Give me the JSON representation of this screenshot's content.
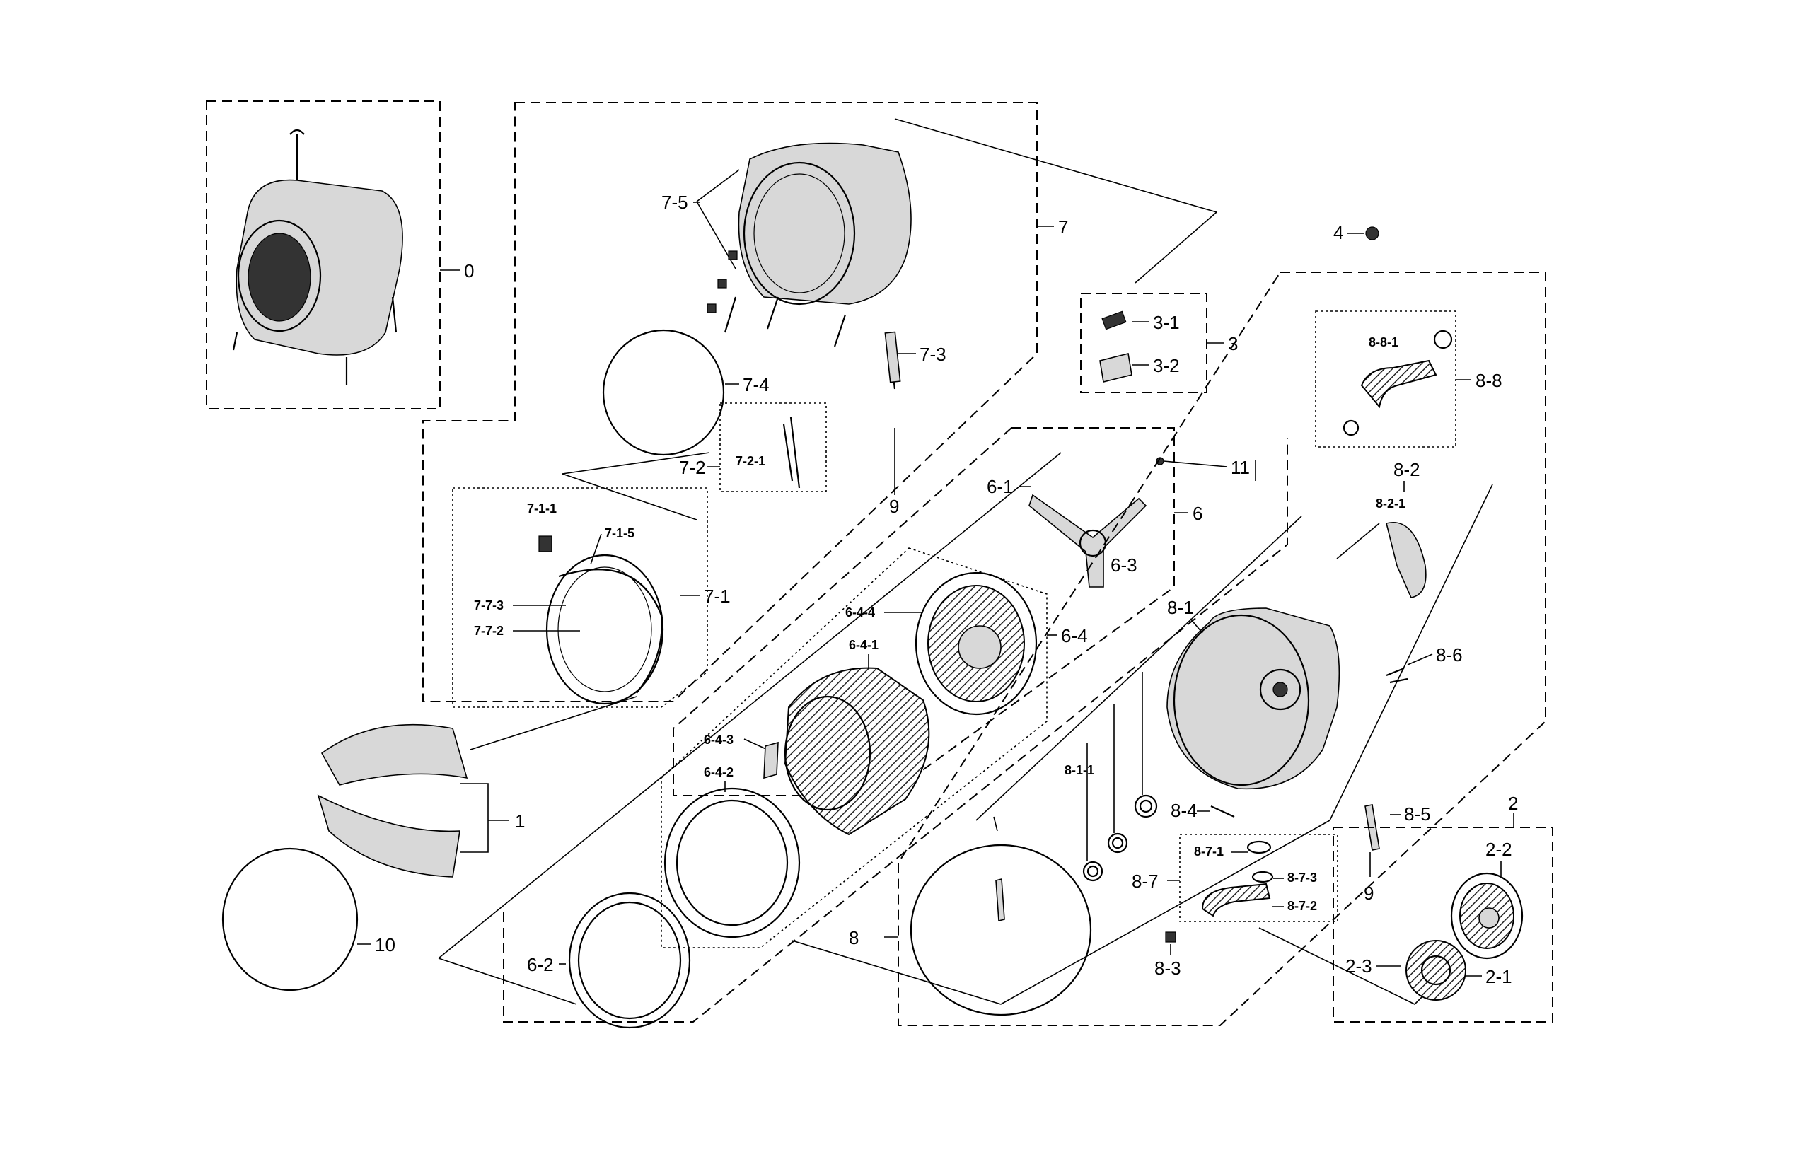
{
  "labels": {
    "l0": "0",
    "l1": "1",
    "l2": "2",
    "l2_1": "2-1",
    "l2_2": "2-2",
    "l2_3": "2-3",
    "l3": "3",
    "l3_1": "3-1",
    "l3_2": "3-2",
    "l4": "4",
    "l6": "6",
    "l6_1": "6-1",
    "l6_2": "6-2",
    "l6_3": "6-3",
    "l6_4": "6-4",
    "l6_4_1": "6-4-1",
    "l6_4_2": "6-4-2",
    "l6_4_3": "6-4-3",
    "l6_4_4": "6-4-4",
    "l7": "7",
    "l7_1": "7-1",
    "l7_1_1": "7-1-1",
    "l7_1_5": "7-1-5",
    "l7_2": "7-2",
    "l7_2_1": "7-2-1",
    "l7_3": "7-3",
    "l7_4": "7-4",
    "l7_5": "7-5",
    "l7_7_2": "7-7-2",
    "l7_7_3": "7-7-3",
    "l8": "8",
    "l8_1": "8-1",
    "l8_1_1": "8-1-1",
    "l8_2": "8-2",
    "l8_2_1": "8-2-1",
    "l8_3": "8-3",
    "l8_4": "8-4",
    "l8_5": "8-5",
    "l8_6": "8-6",
    "l8_7": "8-7",
    "l8_7_1": "8-7-1",
    "l8_7_2": "8-7-2",
    "l8_7_3": "8-7-3",
    "l8_8": "8-8",
    "l8_8_1": "8-8-1",
    "l9a": "9",
    "l9b": "9",
    "l10": "10",
    "l11": "11"
  }
}
